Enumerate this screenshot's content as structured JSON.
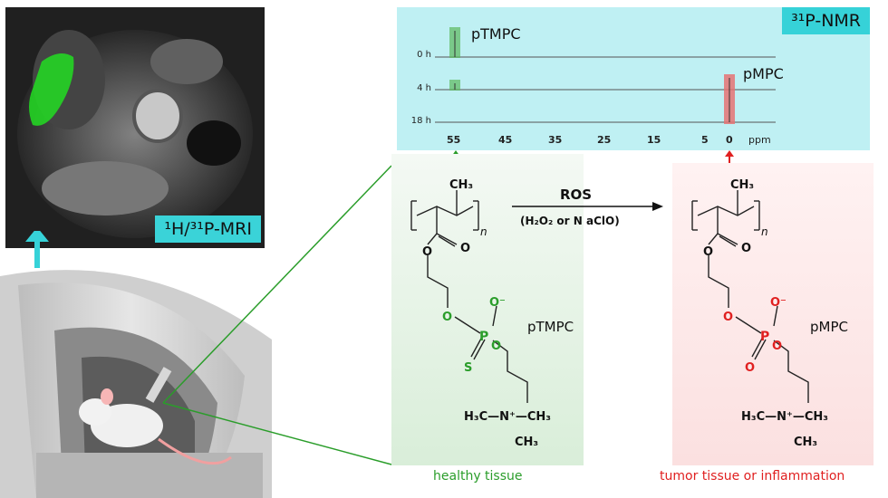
{
  "mri": {
    "label": "¹H/³¹P-MRI"
  },
  "nmr": {
    "badge": "³¹P-NMR",
    "rows": [
      "0 h",
      "4 h",
      "18 h"
    ],
    "ticks": [
      "55",
      "45",
      "35",
      "25",
      "15",
      "5",
      "0"
    ],
    "unit": "ppm",
    "peak_left": "pTMPC",
    "peak_right": "pMPC"
  },
  "reaction": {
    "reagent": "ROS",
    "conditions": "(H₂O₂ or N aClO)"
  },
  "healthy": {
    "caption": "healthy tissue",
    "name": "pTMPC",
    "ch3": "CH₃",
    "n": "n",
    "o_carbonyl": "O",
    "o_ester": "O",
    "o_p1": "O",
    "o_p2": "O",
    "o_minus": "O⁻",
    "p": "P",
    "s": "S",
    "amine_left": "H₃C—N⁺—CH₃",
    "amine_bottom": "CH₃"
  },
  "tumor": {
    "caption": "tumor tissue or inflammation",
    "name": "pMPC",
    "ch3": "CH₃",
    "n": "n",
    "o_carbonyl": "O",
    "o_ester": "O",
    "o_p1": "O",
    "o_p2": "O",
    "o_minus": "O⁻",
    "p": "P",
    "o_double": "O",
    "amine_left": "H₃C—N⁺—CH₃",
    "amine_bottom": "CH₃"
  },
  "colors": {
    "cyan": "#36d2d8",
    "green": "#2a9d2a",
    "red": "#e02020"
  }
}
